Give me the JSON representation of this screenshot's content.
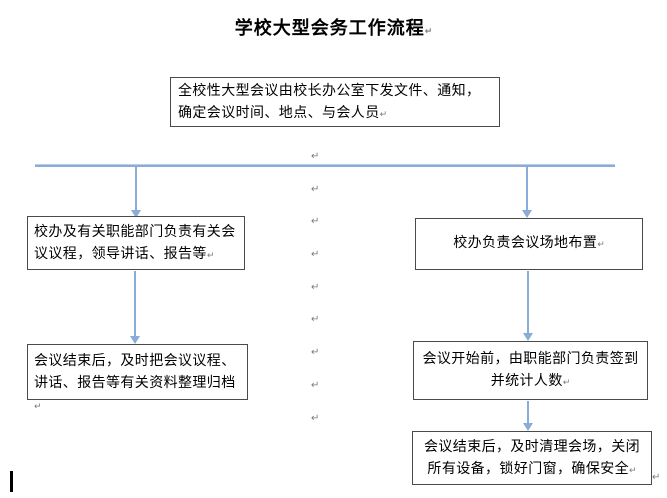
{
  "page": {
    "title": "学校大型会务工作流程",
    "paragraph_mark": "↵"
  },
  "colors": {
    "connector_blue": "#8aacd8",
    "box_border": "#4a4a4a",
    "mark_gray": "#7a7a7a"
  },
  "flowchart": {
    "top_box": {
      "text": "全校性大型会议由校长办公室下发文件、通知，确定会议时间、地点、与会人员"
    },
    "left_column": [
      {
        "text": "校办及有关职能部门负责有关会议议程，领导讲话、报告等"
      },
      {
        "text": "会议结束后，及时把会议议程、讲话、报告等有关资料整理归档"
      }
    ],
    "right_column": [
      {
        "text": "校办负责会议场地布置"
      },
      {
        "text": "会议开始前，由职能部门负责签到并统计人数"
      },
      {
        "text": "会议结束后，及时清理会场，关闭所有设备，锁好门窗，确保安全"
      }
    ]
  }
}
